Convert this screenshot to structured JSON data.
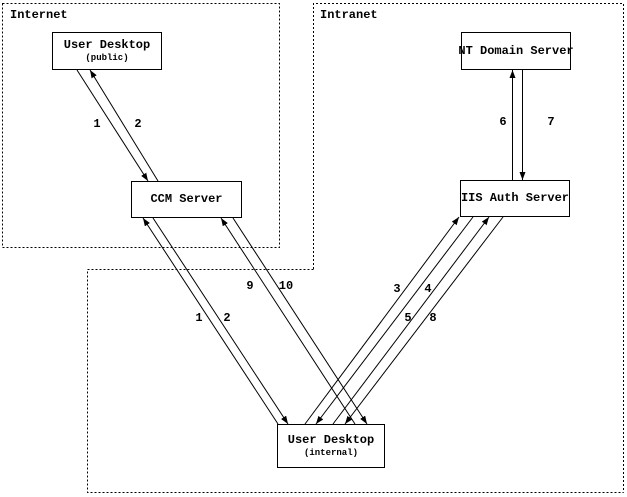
{
  "zones": {
    "internet": {
      "label": "Internet"
    },
    "intranet": {
      "label": "Intranet"
    },
    "internal_network": {
      "label": ""
    }
  },
  "nodes": {
    "user_desktop_public": {
      "title": "User Desktop",
      "subtitle": "(public)"
    },
    "ccm_server": {
      "title": "CCM Server"
    },
    "nt_domain_server": {
      "title": "NT Domain Server"
    },
    "iis_auth_server": {
      "title": "IIS Auth Server"
    },
    "user_desktop_internal": {
      "title": "User Desktop",
      "subtitle": "(internal)"
    }
  },
  "connections": [
    {
      "label": "1",
      "from": "User Desktop (public)",
      "to": "CCM Server"
    },
    {
      "label": "2",
      "from": "CCM Server",
      "to": "User Desktop (public)"
    },
    {
      "label": "1",
      "from": "User Desktop (internal)",
      "to": "CCM Server"
    },
    {
      "label": "2",
      "from": "CCM Server",
      "to": "User Desktop (internal)"
    },
    {
      "label": "9",
      "from": "User Desktop (internal)",
      "to": "CCM Server"
    },
    {
      "label": "10",
      "from": "CCM Server",
      "to": "User Desktop (internal)"
    },
    {
      "label": "3",
      "from": "User Desktop (internal)",
      "to": "IIS Auth Server"
    },
    {
      "label": "4",
      "from": "IIS Auth Server",
      "to": "User Desktop (internal)"
    },
    {
      "label": "5",
      "from": "User Desktop (internal)",
      "to": "IIS Auth Server"
    },
    {
      "label": "8",
      "from": "IIS Auth Server",
      "to": "User Desktop (internal)"
    },
    {
      "label": "6",
      "from": "IIS Auth Server",
      "to": "NT Domain Server"
    },
    {
      "label": "7",
      "from": "NT Domain Server",
      "to": "IIS Auth Server"
    }
  ],
  "colors": {
    "ink": "#000000",
    "background": "#ffffff"
  }
}
